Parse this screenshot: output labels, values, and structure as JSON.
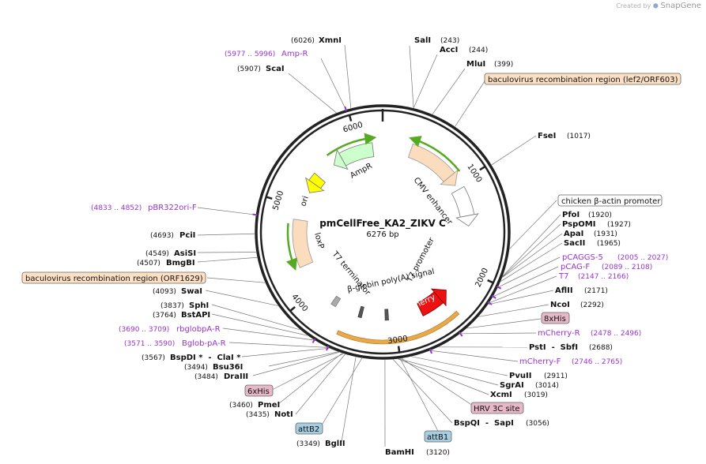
{
  "header": {
    "created_by": "Created by",
    "brand": "SnapGene"
  },
  "plasmid": {
    "name": "pmCellFree_KA2_ZIKV C",
    "size_label": "6276 bp",
    "length": 6276
  },
  "ticks": [
    "1000",
    "2000",
    "3000",
    "4000",
    "5000",
    "6000"
  ],
  "colors": {
    "backbone": "#222222",
    "label": "#111111",
    "primer": "#9933cc",
    "leader": "#666666",
    "cmv": "#fbdcbc",
    "ori": "#ffff00",
    "ampr": "#ccffcc",
    "mcherry": "#ee1111",
    "loxp": "#fbdcbc",
    "t7term": "#aaaaaa",
    "globin": "#555555",
    "orange_ring": "#e8a948",
    "green_arc": "#55aa22",
    "box_orange": "#fde0c4",
    "box_pink": "#e6b8c8",
    "box_blue": "#a6cde0",
    "box_white": "#ffffff"
  },
  "features": [
    {
      "label": "CMV enhancer"
    },
    {
      "label": "T7 promoter"
    },
    {
      "label": "mCherry"
    },
    {
      "label": "β-globin poly(A) signal"
    },
    {
      "label": "T7 terminator"
    },
    {
      "label": "loxP"
    },
    {
      "label": "ori"
    },
    {
      "label": "AmpR"
    }
  ],
  "sites": [
    {
      "pos": "(6026)",
      "name": "XmnI"
    },
    {
      "pos": "(5907)",
      "name": "ScaI"
    },
    {
      "pos": "(243)",
      "name": "SalI"
    },
    {
      "pos": "(244)",
      "name": "AccI"
    },
    {
      "pos": "(399)",
      "name": "MluI"
    },
    {
      "pos": "(1017)",
      "name": "FseI"
    },
    {
      "pos": "(1920)",
      "name": "PfoI"
    },
    {
      "pos": "(1927)",
      "name": "PspOMI"
    },
    {
      "pos": "(1931)",
      "name": "ApaI"
    },
    {
      "pos": "(1965)",
      "name": "SacII"
    },
    {
      "pos": "(2171)",
      "name": "AflII"
    },
    {
      "pos": "(2292)",
      "name": "NcoI"
    },
    {
      "pos": "(2688)",
      "name": "PstI  -  SbfI"
    },
    {
      "pos": "(2911)",
      "name": "PvuII"
    },
    {
      "pos": "(3014)",
      "name": "SgrAI"
    },
    {
      "pos": "(3019)",
      "name": "XcmI"
    },
    {
      "pos": "(3056)",
      "name": "BspQI  -  SapI"
    },
    {
      "pos": "(3120)",
      "name": "BamHI"
    },
    {
      "pos": "(3349)",
      "name": "BglII"
    },
    {
      "pos": "(3435)",
      "name": "NotI"
    },
    {
      "pos": "(3460)",
      "name": "PmeI"
    },
    {
      "pos": "(3484)",
      "name": "DraIII"
    },
    {
      "pos": "(3494)",
      "name": "Bsu36I"
    },
    {
      "pos": "(3567)",
      "name": "BspDI *  -  ClaI *"
    },
    {
      "pos": "(3764)",
      "name": "BstAPI"
    },
    {
      "pos": "(3837)",
      "name": "SphI"
    },
    {
      "pos": "(4093)",
      "name": "SwaI"
    },
    {
      "pos": "(4507)",
      "name": "BmgBI"
    },
    {
      "pos": "(4549)",
      "name": "AsiSI"
    },
    {
      "pos": "(4693)",
      "name": "PciI"
    }
  ],
  "primers": [
    {
      "range": "(5977 .. 5996)",
      "name": "Amp-R"
    },
    {
      "range": "(4833 .. 4852)",
      "name": "pBR322ori-F"
    },
    {
      "range": "(3690 .. 3709)",
      "name": "rbglobpA-R"
    },
    {
      "range": "(3571 .. 3590)",
      "name": "Bglob-pA-R"
    },
    {
      "range": "(2005 .. 2027)",
      "name": "pCAGGS-5"
    },
    {
      "range": "(2089 .. 2108)",
      "name": "pCAG-F"
    },
    {
      "range": "(2147 .. 2166)",
      "name": "T7"
    },
    {
      "range": "(2478 .. 2496)",
      "name": "mCherry-R"
    },
    {
      "range": "(2746 .. 2765)",
      "name": "mCherry-F"
    }
  ],
  "boxes": [
    {
      "label": "baculovirus recombination region (lef2/ORF603)"
    },
    {
      "label": "chicken β-actin promoter"
    },
    {
      "label": "8xHis"
    },
    {
      "label": "HRV 3C site"
    },
    {
      "label": "attB1"
    },
    {
      "label": "attB2"
    },
    {
      "label": "6xHis"
    },
    {
      "label": "baculovirus recombination region (ORF1629)"
    }
  ]
}
